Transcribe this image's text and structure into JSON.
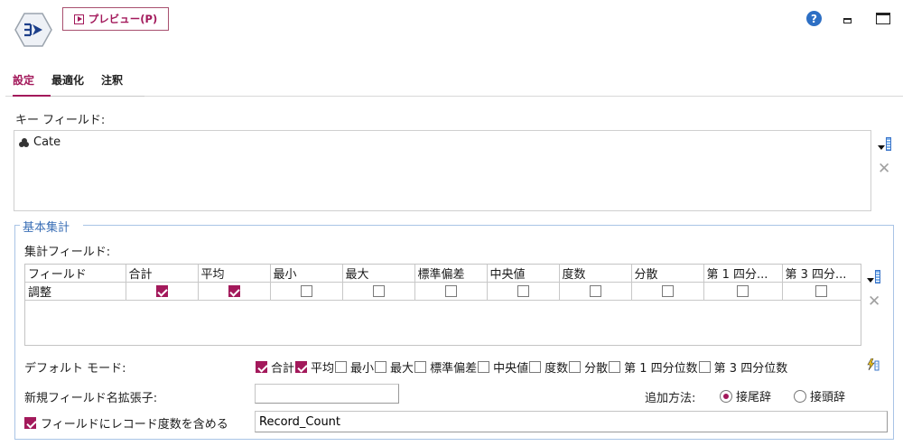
{
  "header": {
    "preview_label": "プレビュー(P)",
    "help_symbol": "?"
  },
  "tabs": [
    {
      "label": "設定",
      "active": true
    },
    {
      "label": "最適化",
      "active": false
    },
    {
      "label": "注釈",
      "active": false
    }
  ],
  "key_fields": {
    "label": "キー フィールド:",
    "items": [
      {
        "name": "Cate",
        "icon": "nominal-icon"
      }
    ]
  },
  "basic_aggregates": {
    "title": "基本集計",
    "agg_fields_label": "集計フィールド:",
    "columns": [
      "フィールド",
      "合計",
      "平均",
      "最小",
      "最大",
      "標準偏差",
      "中央値",
      "度数",
      "分散",
      "第 1 四分...",
      "第 3 四分..."
    ],
    "rows": [
      {
        "field": "調整",
        "checks": [
          true,
          true,
          false,
          false,
          false,
          false,
          false,
          false,
          false,
          false
        ]
      }
    ],
    "default_mode": {
      "label": "デフォルト モード:",
      "options": [
        {
          "label": "合計",
          "checked": true
        },
        {
          "label": "平均",
          "checked": true
        },
        {
          "label": "最小",
          "checked": false
        },
        {
          "label": "最大",
          "checked": false
        },
        {
          "label": "標準偏差",
          "checked": false
        },
        {
          "label": "中央値",
          "checked": false
        },
        {
          "label": "度数",
          "checked": false
        },
        {
          "label": "分散",
          "checked": false
        },
        {
          "label": "第 1 四分位数",
          "checked": false
        },
        {
          "label": "第 3 四分位数",
          "checked": false
        }
      ]
    },
    "extension": {
      "label": "新規フィールド名拡張子:",
      "value": ""
    },
    "add_method": {
      "label": "追加方法:",
      "options": [
        {
          "label": "接尾辞",
          "selected": true
        },
        {
          "label": "接頭辞",
          "selected": false
        }
      ]
    },
    "record_count": {
      "label": "フィールドにレコード度数を含める",
      "checked": true,
      "value": "Record_Count"
    }
  },
  "colors": {
    "accent": "#a3195b",
    "group_border": "#a9c4e6",
    "group_title": "#3b6fb6",
    "help_blue": "#2d6fc4"
  }
}
